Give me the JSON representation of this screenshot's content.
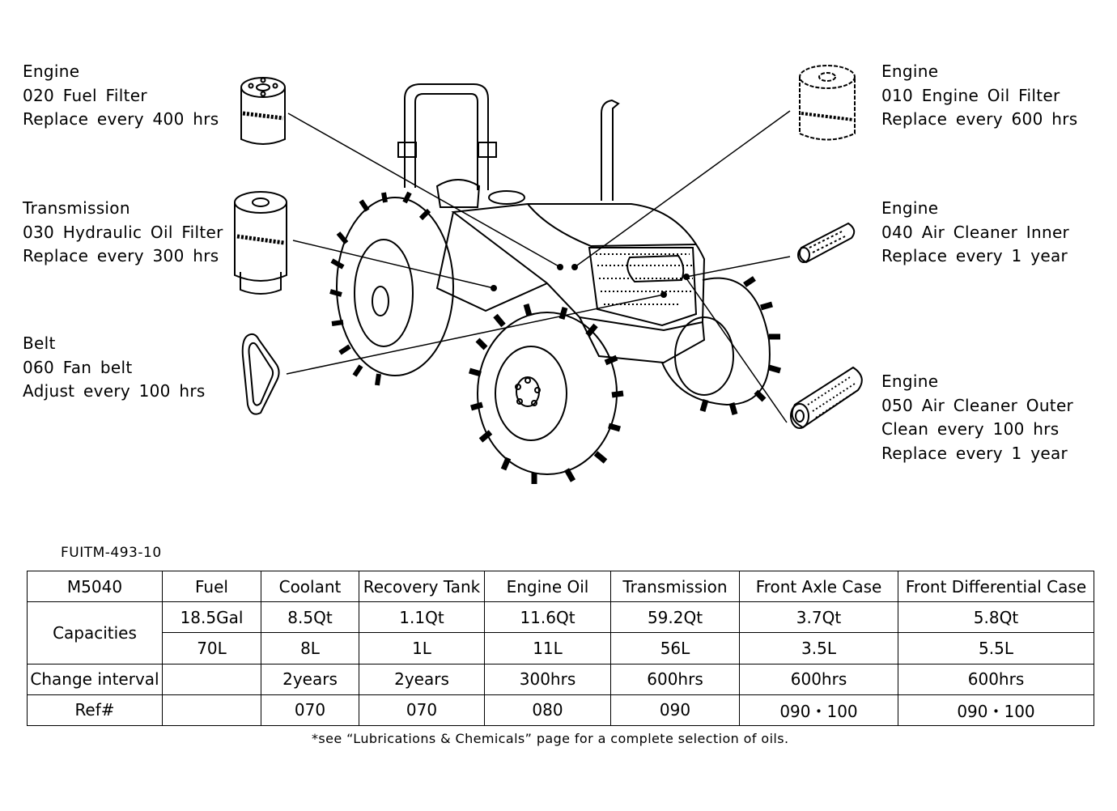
{
  "callouts": {
    "fuel_filter": {
      "category": "Engine",
      "part": "020 Fuel Filter",
      "action": "Replace every 400 hrs"
    },
    "hydraulic_filter": {
      "category": "Transmission",
      "part": "030 Hydraulic Oil Filter",
      "action": "Replace every 300 hrs"
    },
    "fan_belt": {
      "category": "Belt",
      "part": "060 Fan belt",
      "action": "Adjust every 100 hrs"
    },
    "oil_filter": {
      "category": "Engine",
      "part": "010 Engine Oil Filter",
      "action": "Replace every 600 hrs"
    },
    "air_inner": {
      "category": "Engine",
      "part": "040 Air Cleaner Inner",
      "action": "Replace every 1 year"
    },
    "air_outer": {
      "category": "Engine",
      "part": "050 Air Cleaner Outer",
      "action": "Clean every 100 hrs",
      "action2": "Replace every 1 year"
    }
  },
  "figure_code": "FUITM-493-10",
  "table": {
    "model": "M5040",
    "headers": [
      "Fuel",
      "Coolant",
      "Recovery Tank",
      "Engine Oil",
      "Transmission",
      "Front Axle Case",
      "Front Differential Case"
    ],
    "capacities_label": "Capacities",
    "capacities_us": [
      "18.5Gal",
      "8.5Qt",
      "1.1Qt",
      "11.6Qt",
      "59.2Qt",
      "3.7Qt",
      "5.8Qt"
    ],
    "capacities_metric": [
      "70L",
      "8L",
      "1L",
      "11L",
      "56L",
      "3.5L",
      "5.5L"
    ],
    "interval_label": "Change interval",
    "intervals": [
      "",
      "2years",
      "2years",
      "300hrs",
      "600hrs",
      "600hrs",
      "600hrs"
    ],
    "ref_label": "Ref#",
    "refs": [
      "",
      "070",
      "070",
      "080",
      "090",
      "090・100",
      "090・100"
    ]
  },
  "footnote": "*see “Lubrications & Chemicals” page for a complete selection of oils."
}
